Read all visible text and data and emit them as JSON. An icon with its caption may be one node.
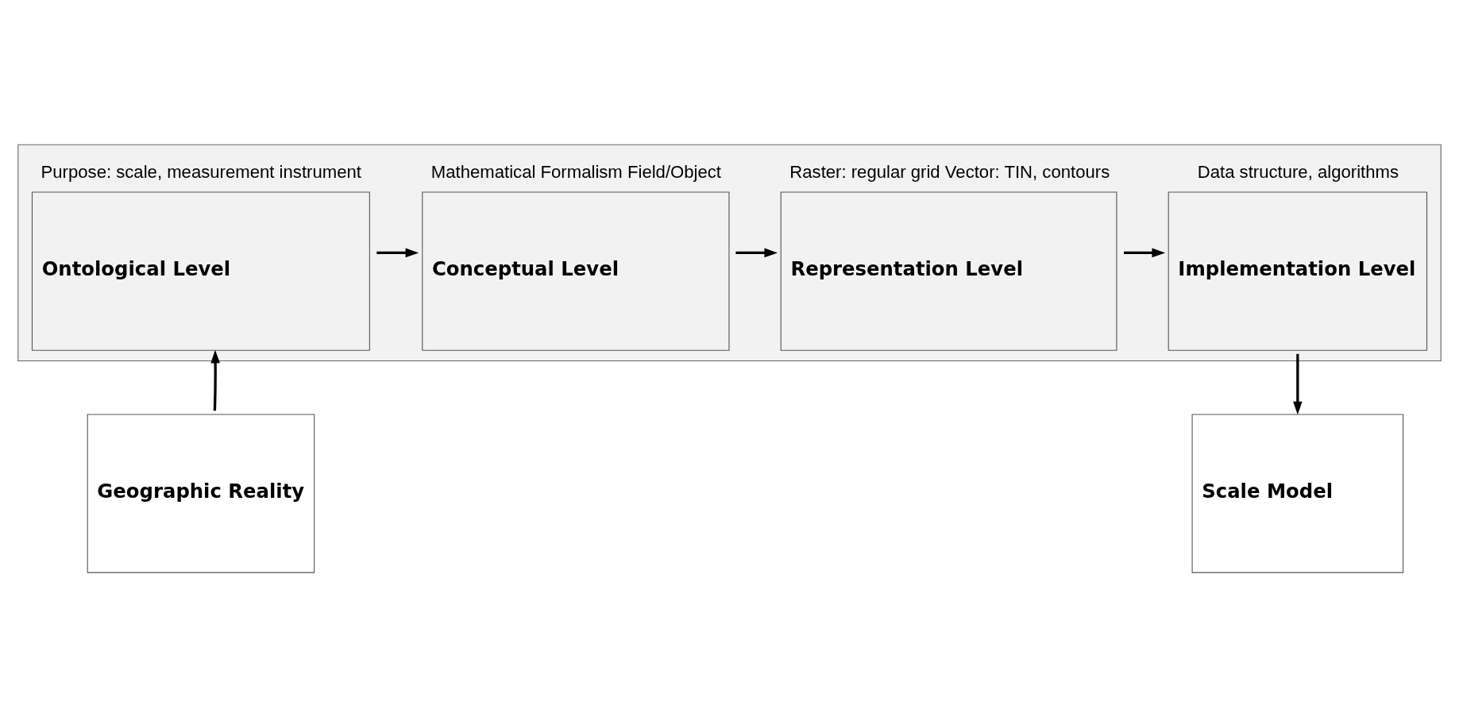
{
  "diagram": {
    "nodes": [
      {
        "text": [],
        "shape": "box"
      },
      {
        "text": [
          "Purpose: scale, measurement instrument",
          "Ontological Level"
        ],
        "in": 0
      },
      {
        "text": [
          "Mathematical Formalism Field/Object",
          "Conceptual Level"
        ],
        "in": 0
      },
      {
        "text": [
          "Raster: regular grid Vector: TIN, contours",
          "Representation Level"
        ],
        "in": 0
      },
      {
        "text": [
          "Data structure, algorithms",
          "Implementation Level"
        ],
        "in": 0
      },
      {
        "text": [
          "Geographic Reality"
        ]
      },
      {
        "text": [
          "Scale Model"
        ]
      }
    ],
    "edges": [
      {
        "from": 1,
        "to": 2,
        "arrow": "to"
      },
      {
        "from": 2,
        "to": 3,
        "arrow": "to"
      },
      {
        "from": 3,
        "to": 4,
        "arrow": "to"
      },
      {
        "from": 5,
        "to": 1,
        "arrow": "to"
      },
      {
        "from": 4,
        "to": 6,
        "arrow": "to"
      }
    ]
  }
}
